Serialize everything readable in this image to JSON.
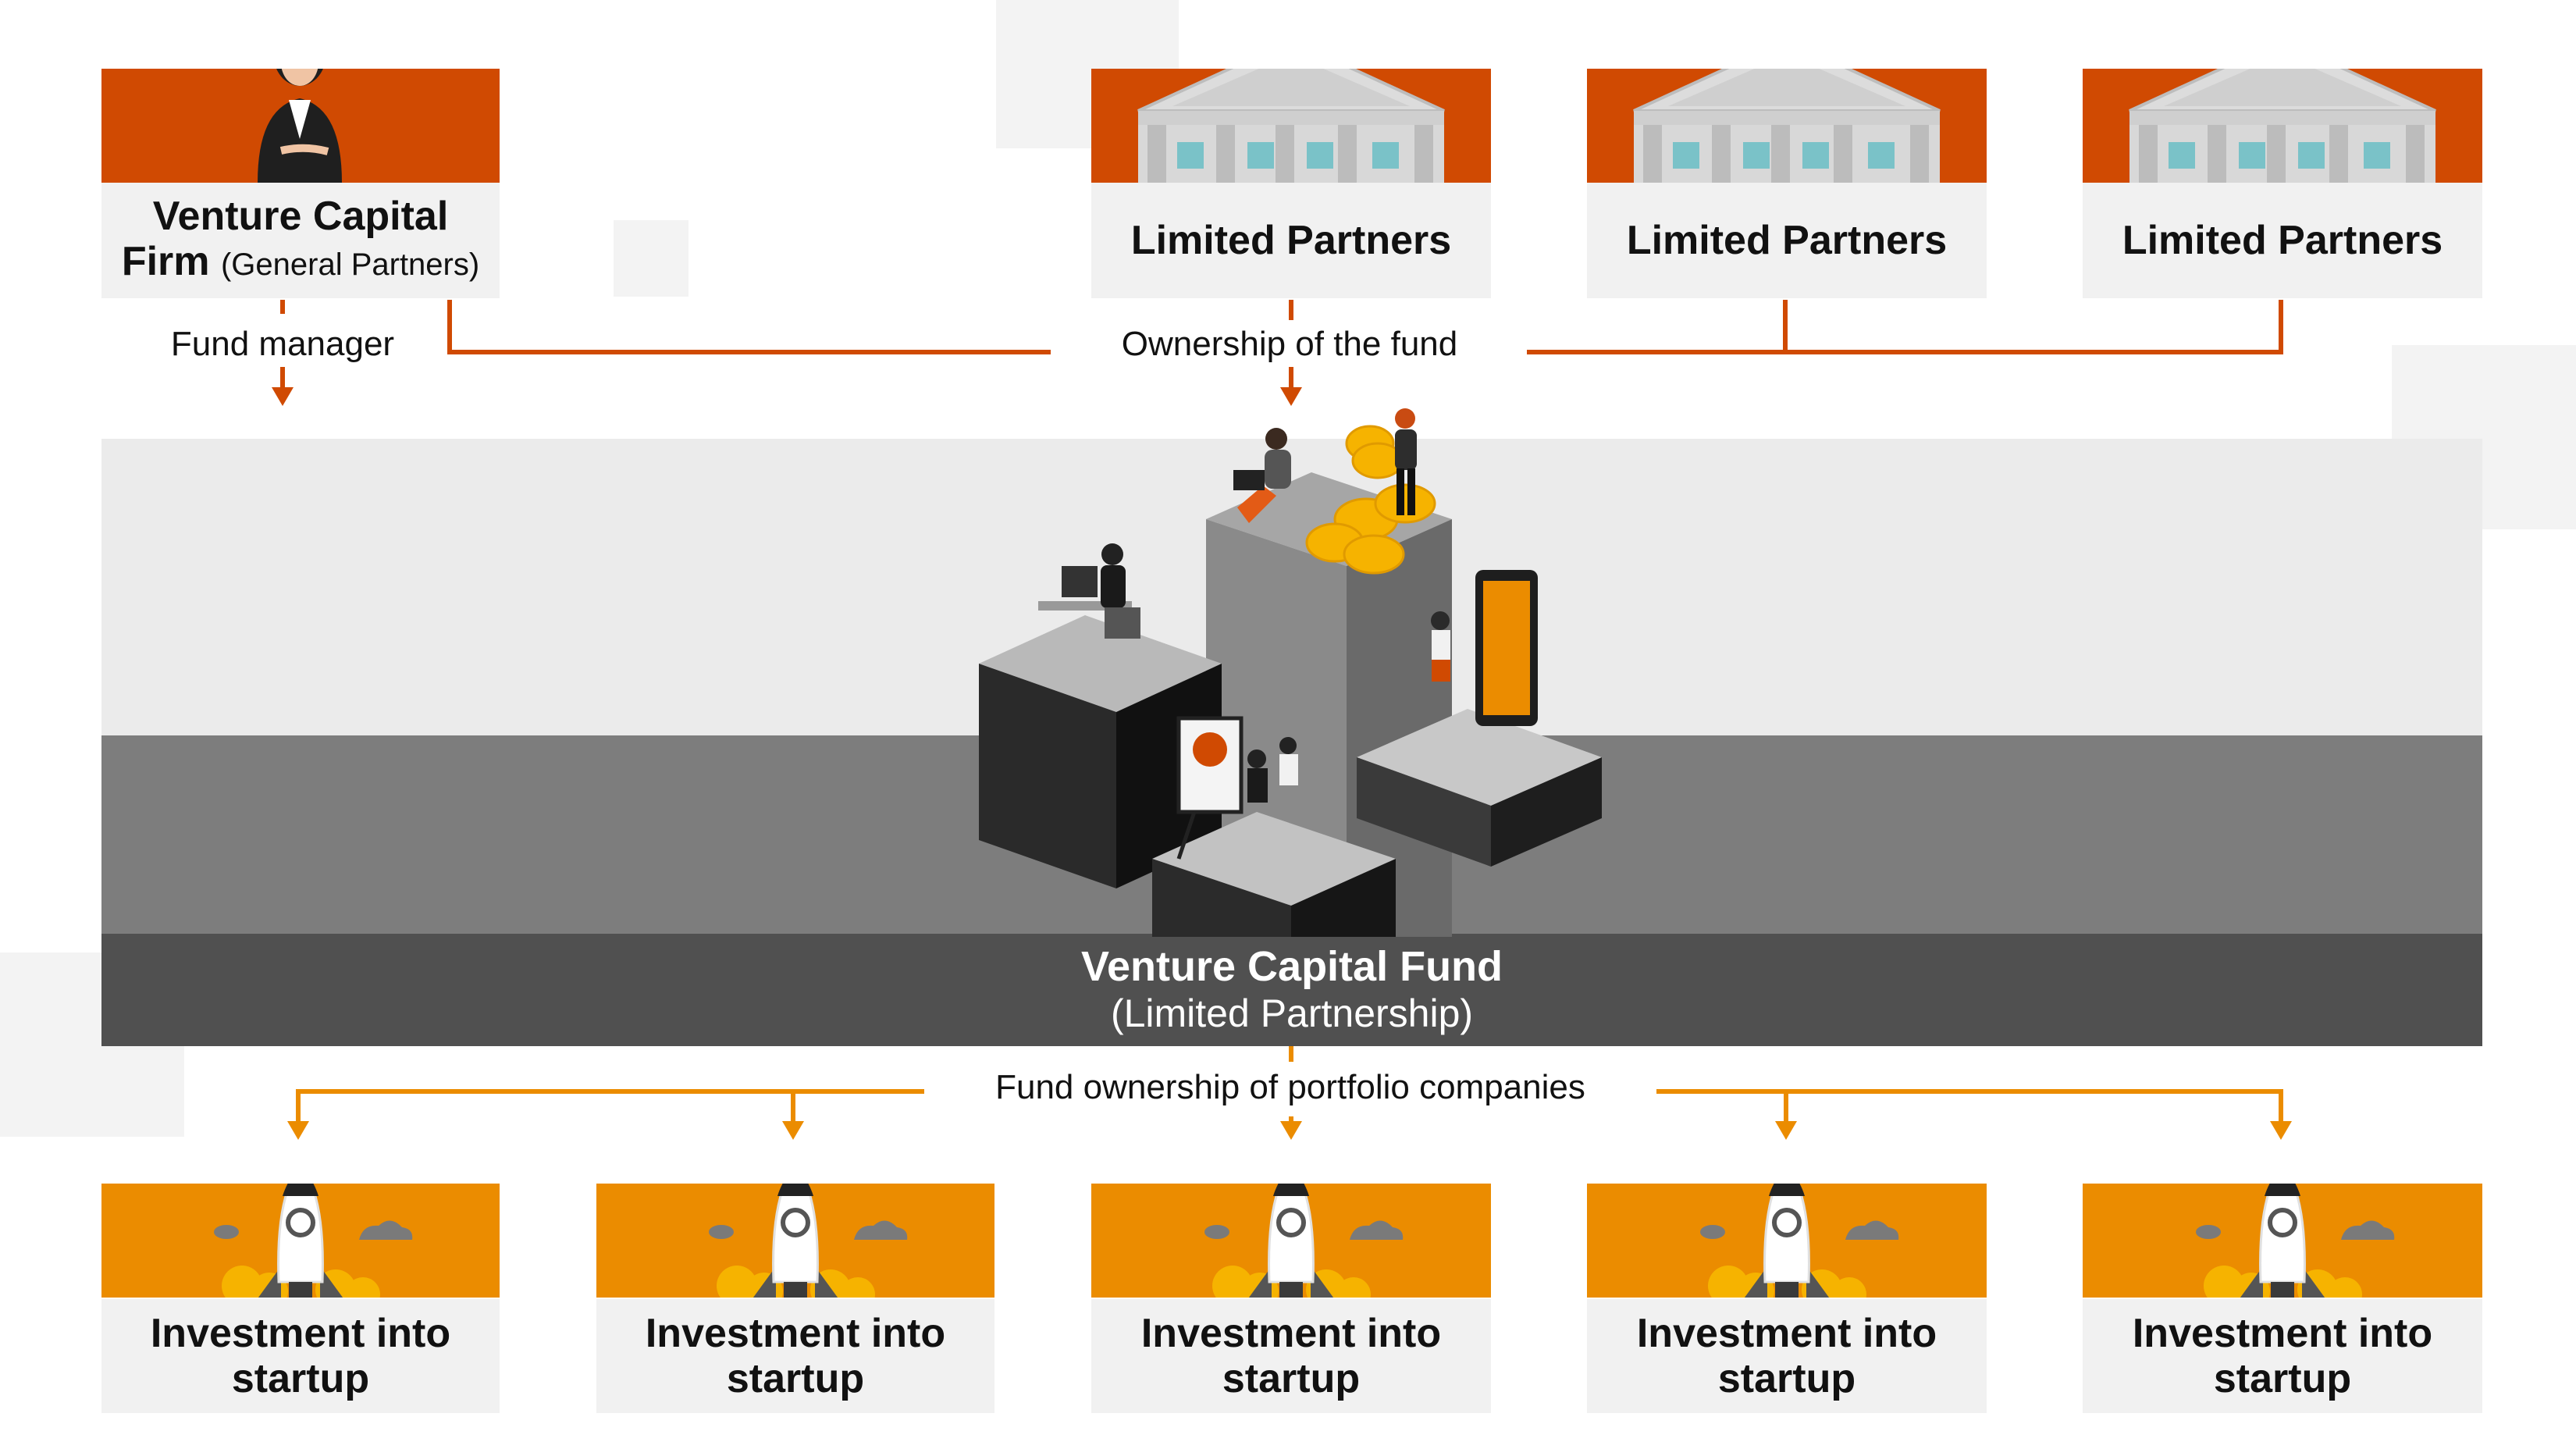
{
  "gp": {
    "title_line1": "Venture Capital",
    "title_line2": "Firm",
    "title_sub": "(General Partners)",
    "arrow_label": "Fund manager",
    "icon": "businesswoman-icon"
  },
  "lp": {
    "label": "Limited Partners",
    "icon": "bank-building-icon",
    "count": 3
  },
  "ownership_label": "Ownership of the fund",
  "fund": {
    "title": "Venture Capital Fund",
    "subtitle": "(Limited Partnership)",
    "illustration": "isometric-team-pedestals-illustration"
  },
  "portfolio_label": "Fund ownership of portfolio companies",
  "startup": {
    "label_line1": "Investment into",
    "label_line2": "startup",
    "icon": "rocket-icon",
    "count": 5
  },
  "colors": {
    "gp_orange": "#d04a02",
    "startup_orange": "#eb8c00",
    "label_gray": "#f1f1f1",
    "fund_dark": "#505050",
    "fund_mid": "#7d7d7d",
    "fund_light": "#ebebeb"
  }
}
